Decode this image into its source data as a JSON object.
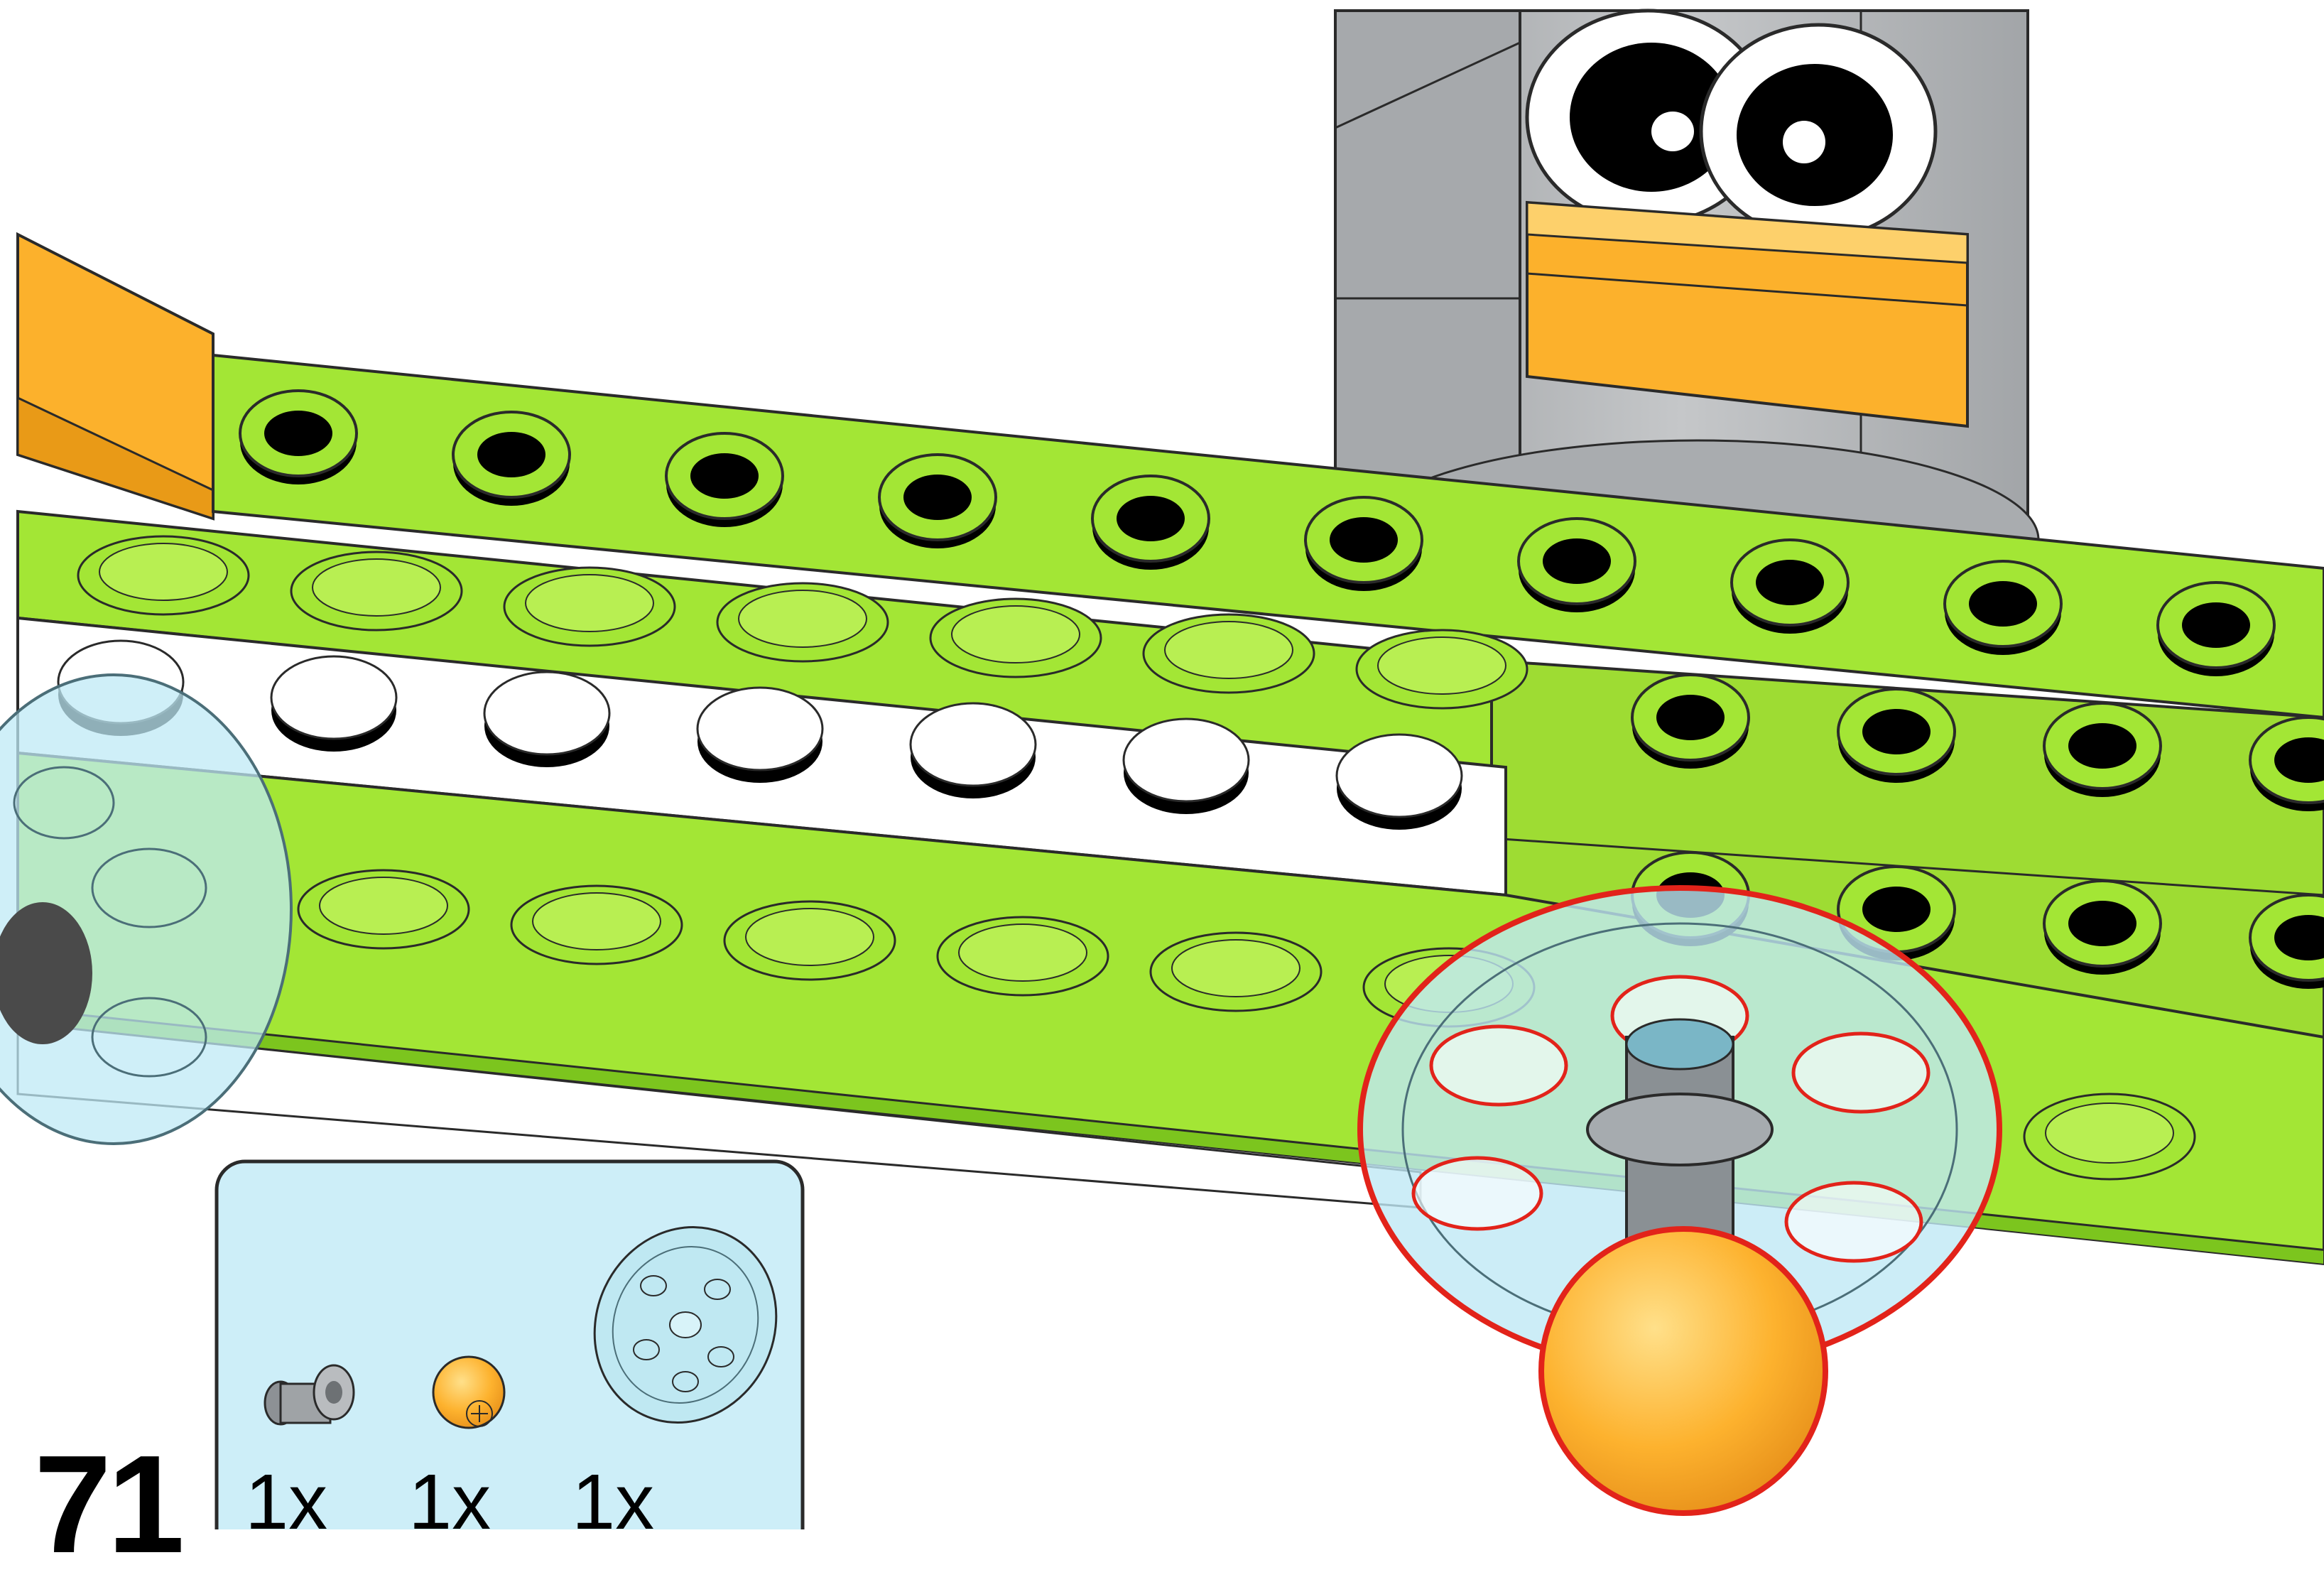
{
  "step": {
    "number": "71"
  },
  "parts_callout": {
    "background": "#cdeef8",
    "parts": [
      {
        "name": "bush-icon",
        "quantity": "1x",
        "color": "#7a7a7a"
      },
      {
        "name": "yellow-ball-icon",
        "quantity": "1x",
        "color": "#fdb22e"
      },
      {
        "name": "transparent-wheel-icon",
        "quantity": "1x",
        "color": "#bfe8f2"
      }
    ]
  },
  "colors": {
    "lime": "#a3e635",
    "lime_dark": "#7cc51e",
    "white_brick": "#ffffff",
    "gray_motor": "#b7b9bb",
    "orange": "#fcb12c",
    "highlight": "#e2231a",
    "transparent_blue": "#bfe9f5"
  }
}
